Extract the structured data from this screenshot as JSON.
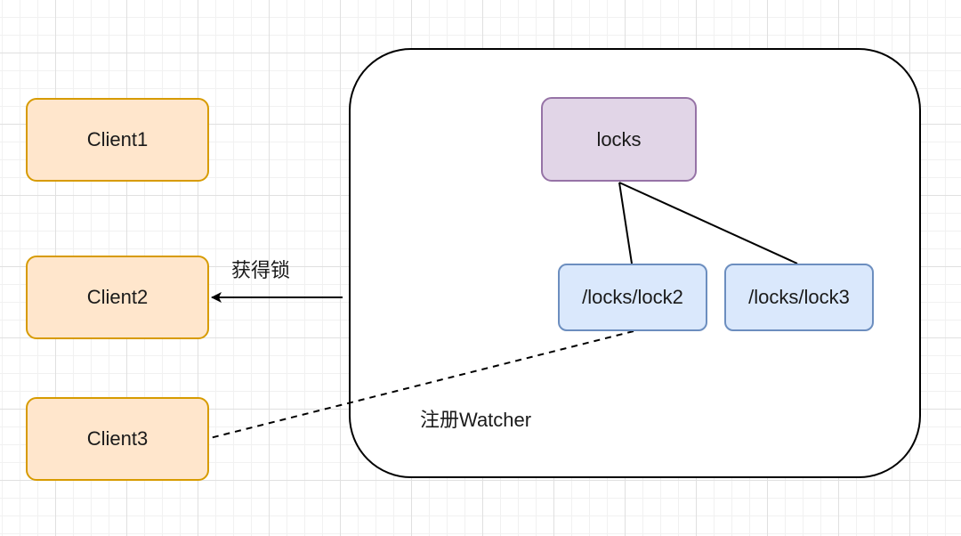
{
  "diagram": {
    "clients": [
      {
        "label": "Client1"
      },
      {
        "label": "Client2"
      },
      {
        "label": "Client3"
      }
    ],
    "zk_root": {
      "label": "locks"
    },
    "zk_children": [
      {
        "label": "/locks/lock2"
      },
      {
        "label": "/locks/lock3"
      }
    ],
    "edge_labels": {
      "acquire_lock": "获得锁",
      "register_watcher": "注册Watcher"
    },
    "colors": {
      "client_fill": "#ffe6cc",
      "client_stroke": "#d79b00",
      "root_fill": "#e1d5e7",
      "root_stroke": "#9673a6",
      "child_fill": "#dae8fc",
      "child_stroke": "#6c8ebf"
    }
  }
}
